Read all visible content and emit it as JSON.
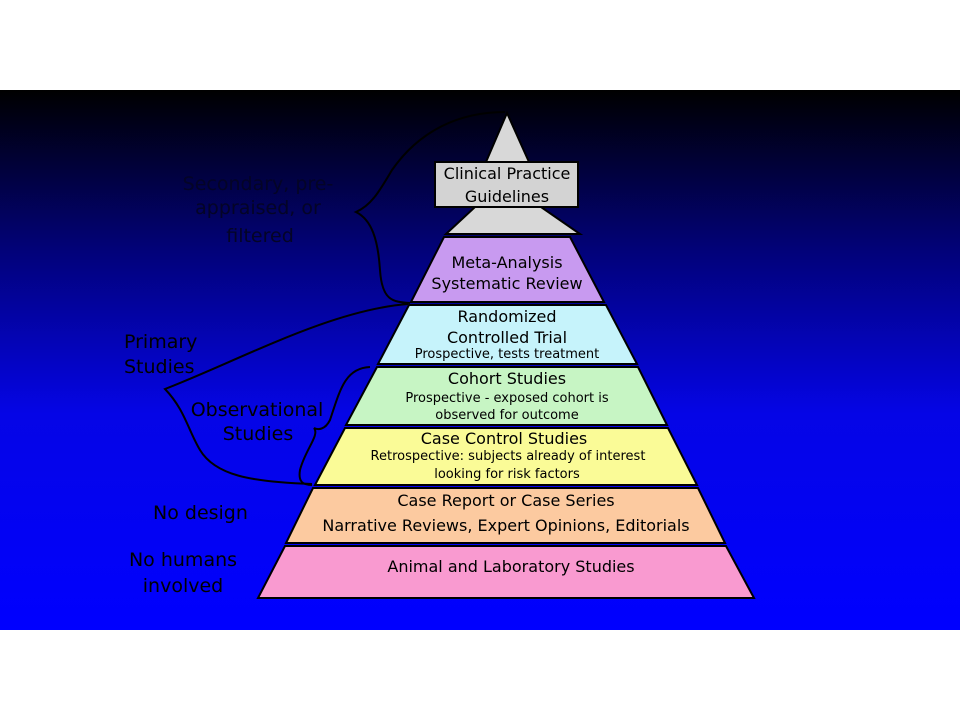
{
  "pyramid": {
    "apex_fill": "#d8d8d8",
    "tiers": [
      {
        "id": "guidelines",
        "lines": [
          "Clinical Practice",
          "Guidelines"
        ],
        "sub": [],
        "fill": "#d3d3d3"
      },
      {
        "id": "meta",
        "lines": [
          "Meta-Analysis",
          "Systematic Review"
        ],
        "sub": [],
        "fill": "#c89af0"
      },
      {
        "id": "rct",
        "lines": [
          "Randomized",
          "Controlled Trial"
        ],
        "sub": [
          "Prospective, tests treatment"
        ],
        "fill": "#c6f3fb"
      },
      {
        "id": "cohort",
        "lines": [
          "Cohort Studies"
        ],
        "sub": [
          "Prospective - exposed cohort is",
          "observed for outcome"
        ],
        "fill": "#c7f5c4"
      },
      {
        "id": "casecontrol",
        "lines": [
          "Case Control Studies"
        ],
        "sub": [
          "Retrospective: subjects already of interest",
          "looking for risk factors"
        ],
        "fill": "#fafb97"
      },
      {
        "id": "casereport",
        "lines": [
          "Case Report or Case Series",
          "Narrative Reviews, Expert Opinions, Editorials"
        ],
        "sub": [],
        "fill": "#fccaa0"
      },
      {
        "id": "animal",
        "lines": [
          "Animal and Laboratory Studies"
        ],
        "sub": [],
        "fill": "#f99ad0"
      }
    ]
  },
  "side_labels": {
    "secondary": [
      "Secondary, pre-",
      "appraised, or",
      "filtered"
    ],
    "primary": [
      "Primary",
      "Studies"
    ],
    "observational": [
      "Observational",
      "Studies"
    ],
    "no_design": [
      "No design"
    ],
    "no_humans": [
      "No humans",
      "involved"
    ]
  }
}
